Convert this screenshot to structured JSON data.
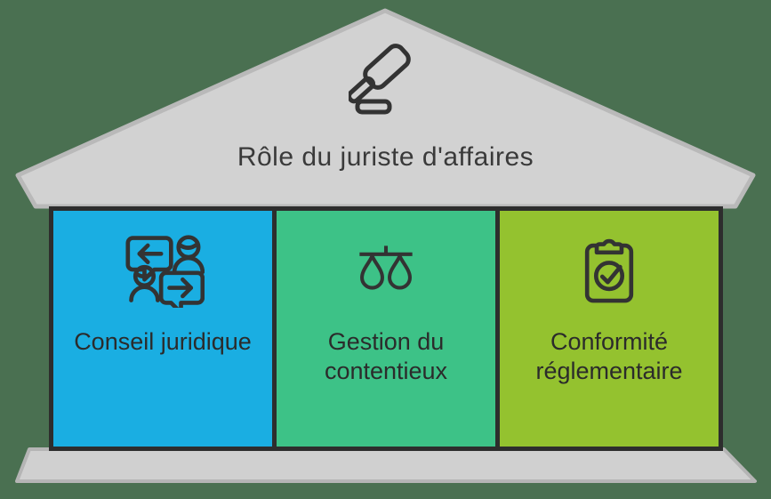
{
  "title": "Rôle du juriste d'affaires",
  "header_icon": "gavel-icon",
  "building": {
    "roof": "pediment",
    "base": "plinth"
  },
  "pillars": [
    {
      "label": "Conseil juridique",
      "icon": "conversation-icon",
      "color": "#1aaee2"
    },
    {
      "label": "Gestion du contentieux",
      "icon": "scales-icon",
      "color": "#3dc287"
    },
    {
      "label": "Conformité réglementaire",
      "icon": "clipboard-check-icon",
      "color": "#94c22f"
    }
  ],
  "colors": {
    "background": "#4a7051",
    "roof": "#d2d2d2",
    "roof-edge": "#b9b9b9",
    "base": "#d0d0d0",
    "base-edge": "#b5b5b5",
    "pillar1-bg": "#1aaee2",
    "pillar2-bg": "#3dc287",
    "pillar3-bg": "#94c22f",
    "frame": "#2d2d2d",
    "ink": "#333333"
  }
}
